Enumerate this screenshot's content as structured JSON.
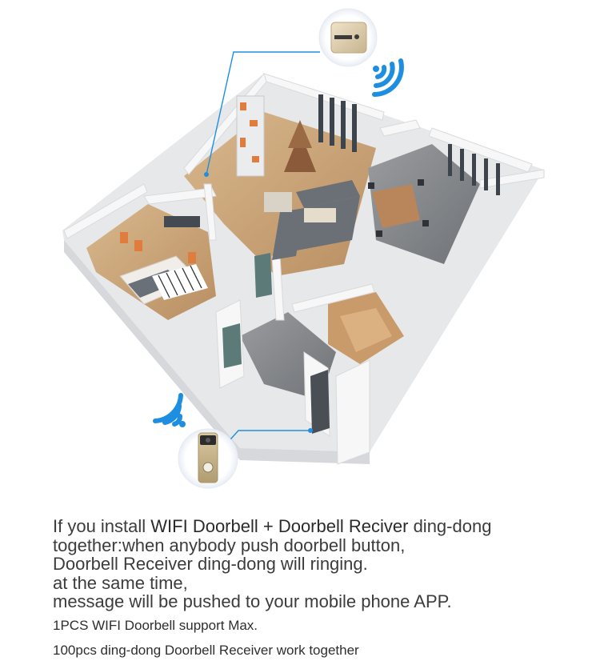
{
  "caption": {
    "line1": {
      "prefix": "If you install ",
      "highlight": "WIFI Doorbell + Doorbell Reciver",
      "suffix": " ding-dong"
    },
    "line2": "together:when anybody push doorbell button,",
    "line3": "Doorbell Receiver ding-dong will ringing.",
    "line4": "at the same time,",
    "line5": "message will be pushed to your mobile phone APP.",
    "note1": "1PCS WIFI Doorbell support Max.",
    "note2": "100pcs ding-dong Doorbell Receiver work together"
  },
  "icons": {
    "receiver": "doorbell-receiver-icon",
    "doorbell": "wifi-doorbell-icon",
    "wifi_top": "wifi-signal-icon",
    "wifi_bottom": "wifi-signal-icon"
  },
  "colors": {
    "accent": "#1e8fe0",
    "wall": "#f3f3f4",
    "floor_wood": "#c8a57a",
    "sofa": "#6b6f76",
    "device_gold": "#d9c9a8"
  }
}
